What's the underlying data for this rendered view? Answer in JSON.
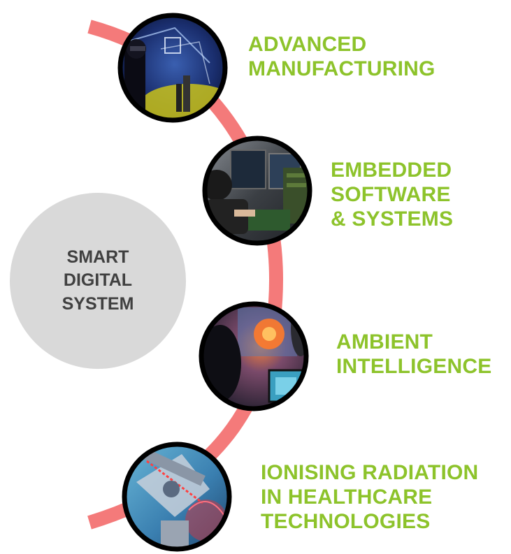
{
  "center": {
    "lines": [
      "SMART",
      "DIGITAL",
      "SYSTEM"
    ]
  },
  "items": [
    {
      "lines": [
        "ADVANCED",
        "MANUFACTURING"
      ],
      "image": "virtual-reality-operator-image"
    },
    {
      "lines": [
        "EMBEDDED",
        "SOFTWARE",
        "& SYSTEMS"
      ],
      "image": "electronics-workbench-image"
    },
    {
      "lines": [
        "AMBIENT",
        "INTELLIGENCE"
      ],
      "image": "interactive-display-image"
    },
    {
      "lines": [
        "IONISING RADIATION",
        "IN HEALTHCARE",
        "TECHNOLOGIES"
      ],
      "image": "medical-robot-image"
    }
  ],
  "colors": {
    "arc": "#f47a7a",
    "label": "#8dc32b",
    "center_fill": "#d9d9d9",
    "center_text": "#404040",
    "photo_ring": "#000000"
  }
}
